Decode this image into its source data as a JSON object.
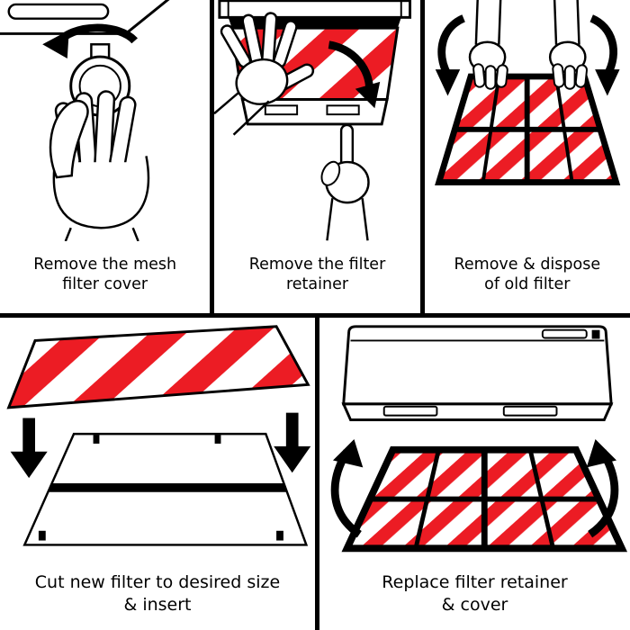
{
  "colors": {
    "accent_red": "#ec1c24",
    "ink": "#000000",
    "background": "#ffffff"
  },
  "steps": [
    {
      "caption": [
        "Remove the mesh",
        "filter cover"
      ],
      "illustration": "hand-unscrewing-round-mesh-cover-knob-with-rotation-arrow"
    },
    {
      "caption": [
        "Remove the filter",
        "retainer"
      ],
      "illustration": "hands-detaching-retainer-from-striped-filter-under-hood"
    },
    {
      "caption": [
        "Remove & dispose",
        "of old filter"
      ],
      "illustration": "two-hands-lifting-old-striped-filter-grid"
    },
    {
      "caption": [
        "Cut new filter to desired size",
        "& insert"
      ],
      "illustration": "striped-filter-sheet-with-arrows-into-empty-frame"
    },
    {
      "caption": [
        "Replace filter retainer",
        "& cover"
      ],
      "illustration": "filter-grid-returning-to-range-hood-with-arrows"
    }
  ]
}
